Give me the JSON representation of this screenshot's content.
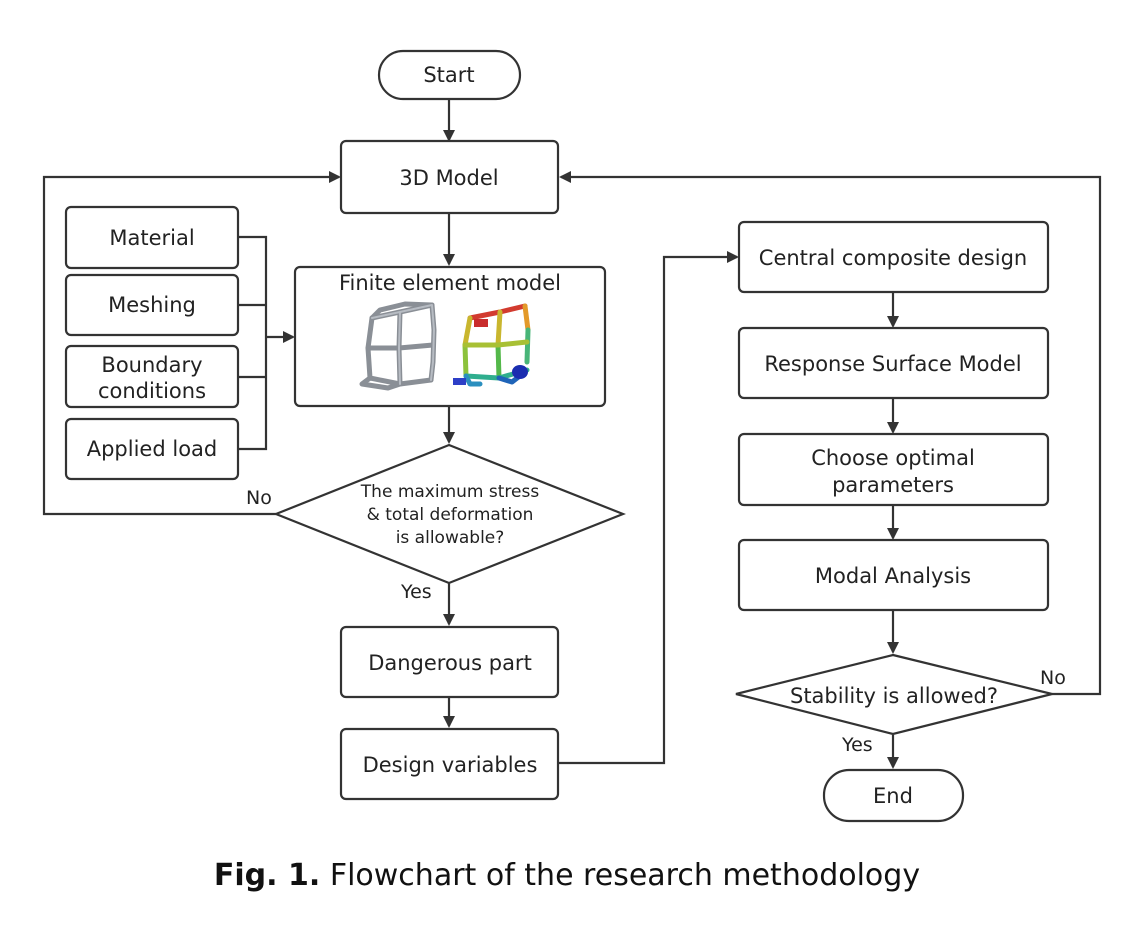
{
  "nodes": {
    "start": "Start",
    "model3d": "3D Model",
    "material": "Material",
    "meshing": "Meshing",
    "boundary_1": "Boundary",
    "boundary_2": "conditions",
    "applied_load": "Applied load",
    "fem": "Finite element model",
    "decision1_line1": "The maximum stress",
    "decision1_line2": "& total deformation",
    "decision1_line3": "is allowable?",
    "dangerous": "Dangerous part",
    "design_vars": "Design variables",
    "ccd": "Central composite design",
    "rsm": "Response Surface Model",
    "optimal_1": "Choose optimal",
    "optimal_2": "parameters",
    "modal": "Modal Analysis",
    "decision2": "Stability is allowed?",
    "end": "End"
  },
  "edges": {
    "no_left": "No",
    "yes_1": "Yes",
    "no_right": "No",
    "yes_2": "Yes"
  },
  "caption": {
    "label": "Fig. 1.",
    "text": "Flowchart of the research methodology"
  },
  "colors": {
    "stroke": "#333333",
    "node_fill": "#ffffff"
  }
}
